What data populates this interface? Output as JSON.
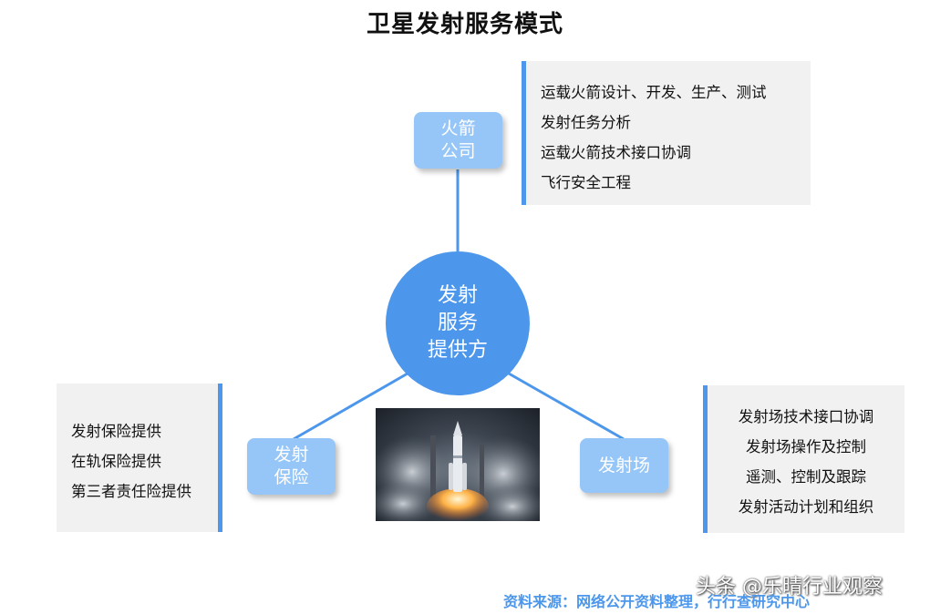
{
  "title": "卫星发射服务模式",
  "hub": {
    "lines": [
      "发射",
      "服务",
      "提供方"
    ]
  },
  "nodes": {
    "rocket_company": {
      "lines": [
        "火箭",
        "公司"
      ]
    },
    "insurance": {
      "lines": [
        "发射",
        "保险"
      ]
    },
    "launch_site": {
      "lines": [
        "发射场"
      ]
    }
  },
  "panels": {
    "rocket_company": [
      "运载火箭设计、开发、生产、测试",
      "发射任务分析",
      "运载火箭技术接口协调",
      "飞行安全工程"
    ],
    "insurance": [
      "发射保险提供",
      "在轨保险提供",
      "第三者责任险提供"
    ],
    "launch_site": [
      "发射场技术接口协调",
      "发射场操作及控制",
      "遥测、控制及跟踪",
      "发射活动计划和组织"
    ]
  },
  "watermark": "头条 @乐晴行业观察",
  "source": "资料来源：网络公开资料整理，行行查研究中心",
  "colors": {
    "accent": "#4c97ec",
    "node": "#95c6f7",
    "panel": "#f1f1f1"
  }
}
